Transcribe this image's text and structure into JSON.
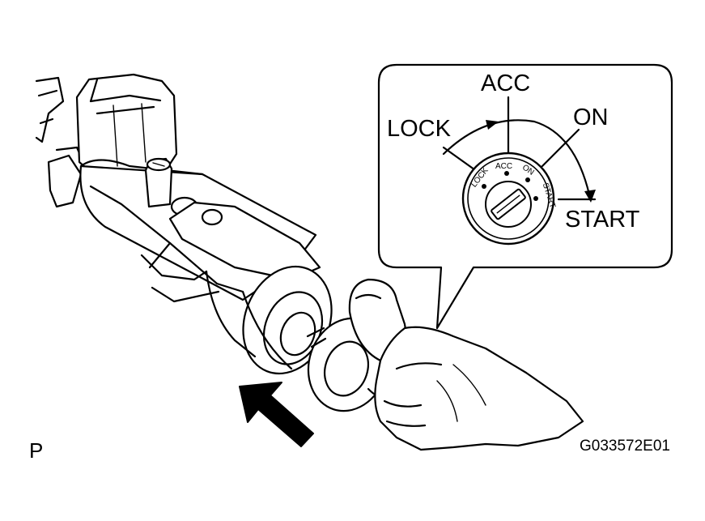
{
  "callout": {
    "labels": {
      "lock": "LOCK",
      "acc": "ACC",
      "on": "ON",
      "start": "START"
    },
    "dial_labels": {
      "lock": "LOCK",
      "acc": "ACC",
      "on": "ON",
      "start": "START"
    }
  },
  "corner_label": "P",
  "figure_ref": "G033572E01",
  "colors": {
    "ink": "#000000",
    "paper": "#ffffff"
  },
  "icons": {
    "arrow": "insert-direction-arrow-icon"
  }
}
